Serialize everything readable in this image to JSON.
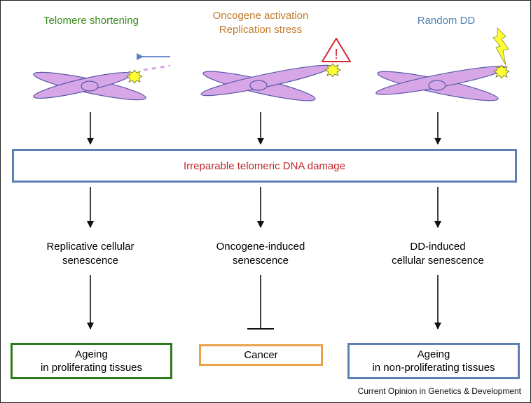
{
  "causes": {
    "telomere": {
      "label": "Telomere shortening",
      "color": "#3a8a1c"
    },
    "oncogene": {
      "line1": "Oncogene activation",
      "line2": "Replication stress",
      "color": "#c47a2a"
    },
    "random": {
      "label": "Random DD",
      "color": "#4f7fb6"
    }
  },
  "damage_box": {
    "label": "Irreparable telomeric DNA damage",
    "text_color": "#c0262b",
    "border_color": "#5d7fb4"
  },
  "senescence": {
    "replicative": {
      "line1": "Replicative cellular",
      "line2": "senescence"
    },
    "oncogene": {
      "line1": "Oncogene-induced",
      "line2": "senescence"
    },
    "dd": {
      "line1": "DD-induced",
      "line2": "cellular senescence"
    }
  },
  "outcomes": {
    "ageing_prolif": {
      "line1": "Ageing",
      "line2": "in proliferating tissues",
      "border_color": "#2e7a1a"
    },
    "cancer": {
      "label": "Cancer",
      "border_color": "#e8a24a"
    },
    "ageing_nonprolif": {
      "line1": "Ageing",
      "line2": "in non-proliferating tissues",
      "border_color": "#5d7fb4"
    }
  },
  "warning_symbol": "!",
  "footer": "Current Opinion in Genetics & Development",
  "colors": {
    "chromosome_fill": "#d6a6e6",
    "chromosome_stroke": "#5a5aa8",
    "damage_star": "#ffff33",
    "bolt": "#ffff33",
    "warning_red": "#d9262b",
    "arrow": "#111111",
    "shortening_arrow": "#5b7fc6"
  },
  "icons": [
    "chromosome-icon",
    "damage-star-icon",
    "warning-triangle-icon",
    "lightning-bolt-icon",
    "shortening-arrow-icon"
  ]
}
